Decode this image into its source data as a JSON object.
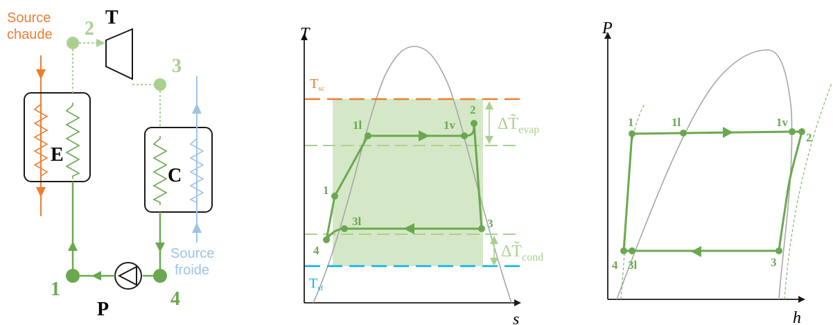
{
  "colors": {
    "green": "#6aa84f",
    "light_green": "#a9d18e",
    "orange": "#ed7d31",
    "blue": "#9dc3e6",
    "cyan": "#00b0f0",
    "gray": "#a6a6a6",
    "black": "#1a1a1a"
  },
  "schematic": {
    "hot_source": [
      "Source",
      "chaude"
    ],
    "cold_source": [
      "Source",
      "froide"
    ],
    "components": {
      "turbine": "T",
      "evaporator": "E",
      "condenser": "C",
      "pump": "P"
    },
    "points": {
      "p1": "1",
      "p2": "2",
      "p3": "3",
      "p4": "4"
    }
  },
  "ts_diagram": {
    "y_axis": "T",
    "x_axis": "s",
    "hot_source_temp": "T",
    "hot_source_sub": "sc",
    "cold_source_temp": "T",
    "cold_source_sub": "sf",
    "delta_evap": "ΔT̃",
    "delta_evap_sub": "evap",
    "delta_cond": "ΔT̃",
    "delta_cond_sub": "cond",
    "points": {
      "p1": "1",
      "p1l": "1l",
      "p1v": "1v",
      "p2": "2",
      "p3": "3",
      "p3l": "3l",
      "p4": "4"
    }
  },
  "ph_diagram": {
    "y_axis": "P",
    "x_axis": "h",
    "points": {
      "p1": "1",
      "p1l": "1l",
      "p1v": "1v",
      "p2": "2",
      "p3": "3",
      "p3l": "3l",
      "p4": "4"
    }
  }
}
